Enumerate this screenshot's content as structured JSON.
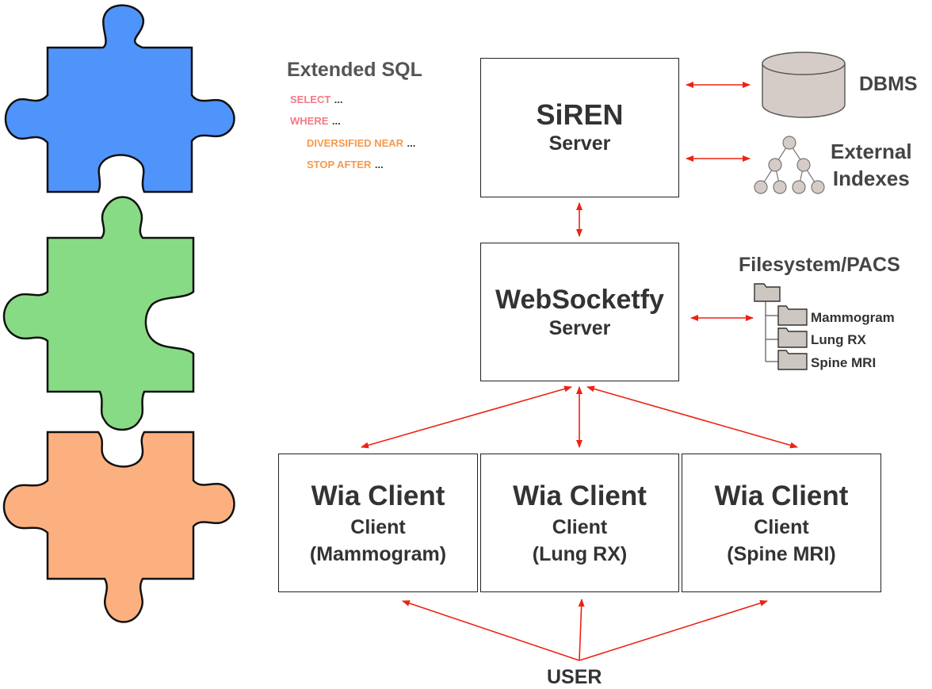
{
  "colors": {
    "piece_top": "#4f94fb",
    "piece_middle": "#87db84",
    "piece_bottom": "#fdb07f",
    "arrow": "#ee2211",
    "sql_red": "#f47a86",
    "sql_orange": "#f59a4c",
    "db_fill": "#d6ccc7"
  },
  "puzzle": {
    "pieces": [
      {
        "name": "top",
        "icon": "puzzle-piece-icon"
      },
      {
        "name": "middle",
        "icon": "puzzle-piece-icon"
      },
      {
        "name": "bottom",
        "icon": "puzzle-piece-icon"
      }
    ]
  },
  "extended_sql": {
    "title": "Extended SQL",
    "lines": [
      {
        "keyword": "SELECT",
        "dots": "..."
      },
      {
        "keyword": "WHERE",
        "dots": "..."
      },
      {
        "keyword": "DIVERSIFIED NEAR",
        "dots": "..."
      },
      {
        "keyword": "STOP AFTER",
        "dots": "..."
      }
    ]
  },
  "siren": {
    "title": "SiREN",
    "subtitle": "Server"
  },
  "websocketfy": {
    "title": "WebSocketfy",
    "subtitle": "Server"
  },
  "dbms": {
    "label": "DBMS",
    "icon": "database-icon"
  },
  "external": {
    "label_line1": "External",
    "label_line2": "Indexes",
    "icon": "tree-index-icon"
  },
  "filesystem": {
    "title": "Filesystem/PACS",
    "icon": "folder-icon",
    "folders": [
      "Mammogram",
      "Lung RX",
      "Spine MRI"
    ]
  },
  "clients": [
    {
      "title": "Wia Client",
      "line2": "Client",
      "line3": "(Mammogram)"
    },
    {
      "title": "Wia Client",
      "line2": "Client",
      "line3": "(Lung RX)"
    },
    {
      "title": "Wia Client",
      "line2": "Client",
      "line3": "(Spine MRI)"
    }
  ],
  "user": {
    "label": "USER"
  }
}
